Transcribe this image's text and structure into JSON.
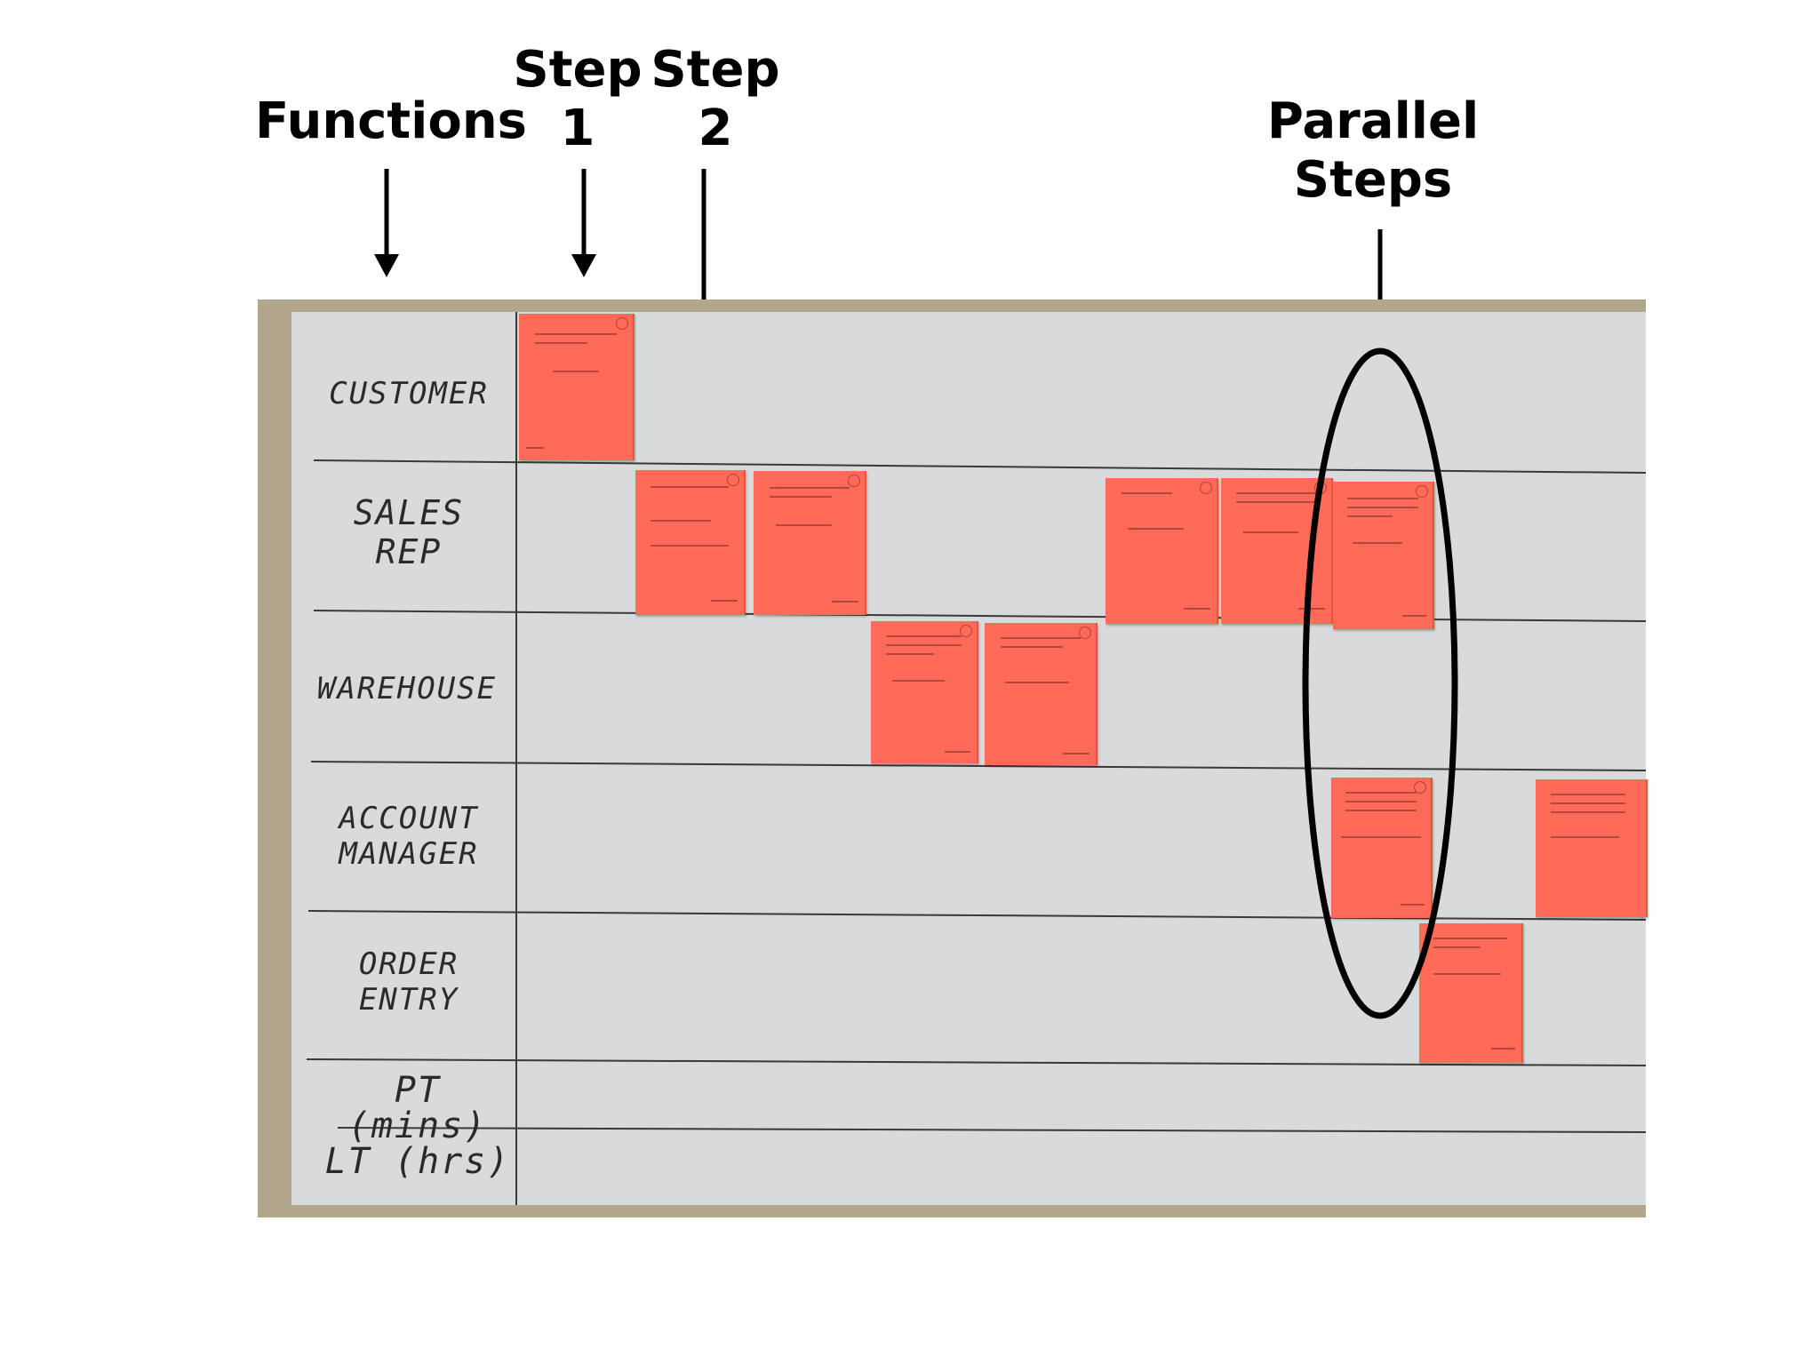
{
  "labels": {
    "functions": "Functions",
    "step1": [
      "Step",
      "1"
    ],
    "step2": [
      "Step",
      "2"
    ],
    "parallel": [
      "Parallel",
      "Steps"
    ]
  },
  "board": {
    "rows": [
      {
        "id": "customer",
        "lines": [
          "CUSTOMER"
        ]
      },
      {
        "id": "sales-rep",
        "lines": [
          "SALES",
          "REP"
        ]
      },
      {
        "id": "warehouse",
        "lines": [
          "WAREHOUSE"
        ]
      },
      {
        "id": "account-manager",
        "lines": [
          "ACCOUNT",
          "MANAGER"
        ]
      },
      {
        "id": "order-entry",
        "lines": [
          "ORDER",
          "ENTRY"
        ]
      },
      {
        "id": "pt",
        "lines": [
          "PT (mins)"
        ]
      },
      {
        "id": "lt",
        "lines": [
          "LT (hrs)"
        ]
      }
    ]
  },
  "colors": {
    "card": "#ff6a59",
    "board": "#d9dadb",
    "tape": "#b3a68d",
    "ink": "#000000"
  }
}
